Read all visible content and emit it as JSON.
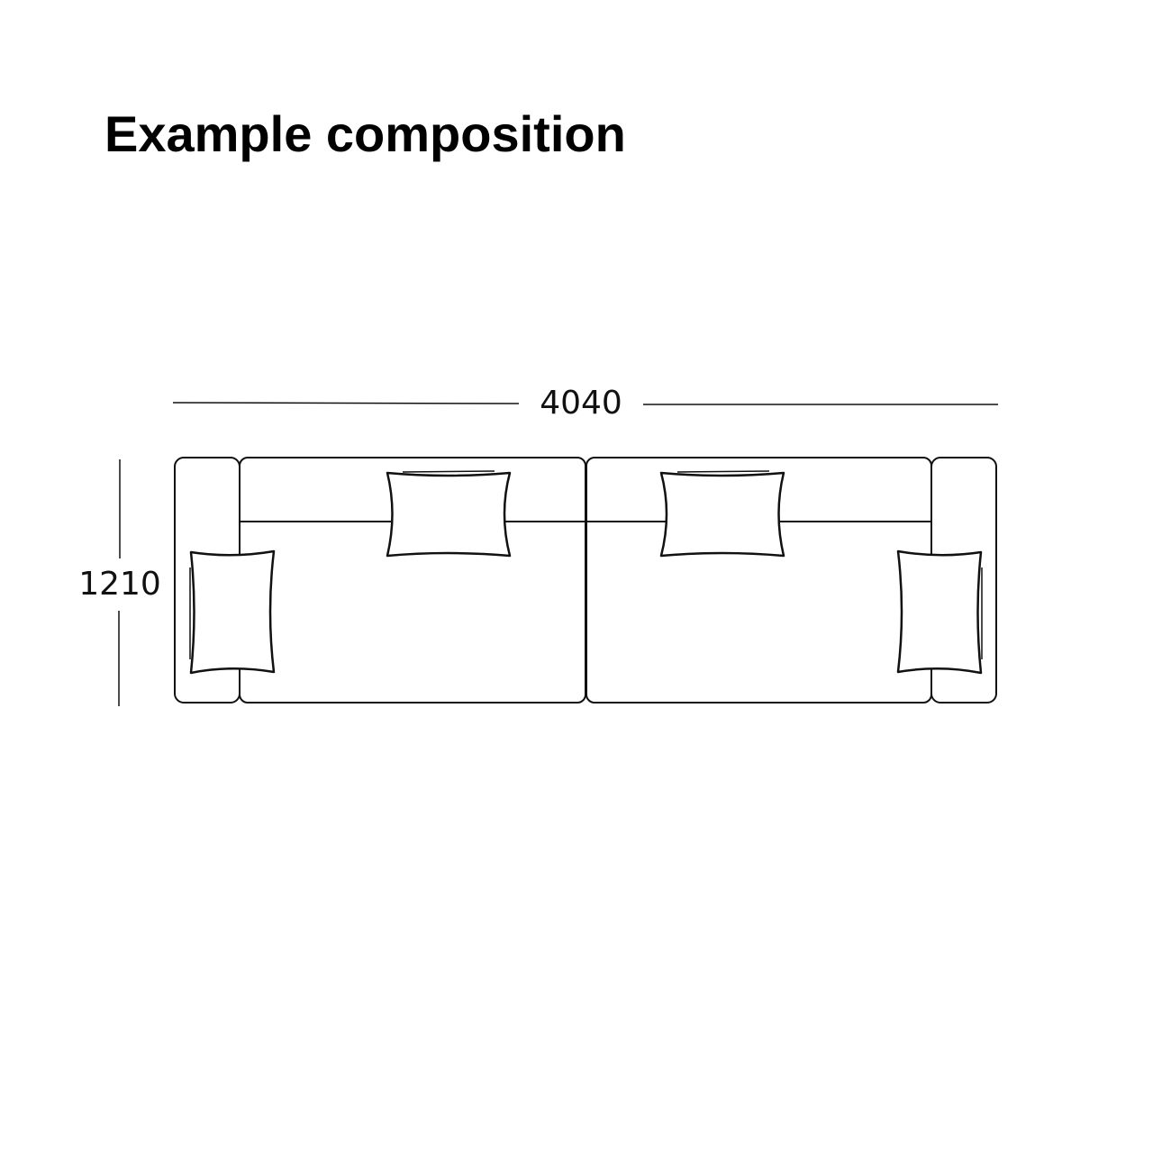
{
  "title": "Example composition",
  "dimensions": {
    "width_label": "4040",
    "depth_label": "1210"
  },
  "colors": {
    "line": "#111111",
    "background": "#ffffff"
  }
}
